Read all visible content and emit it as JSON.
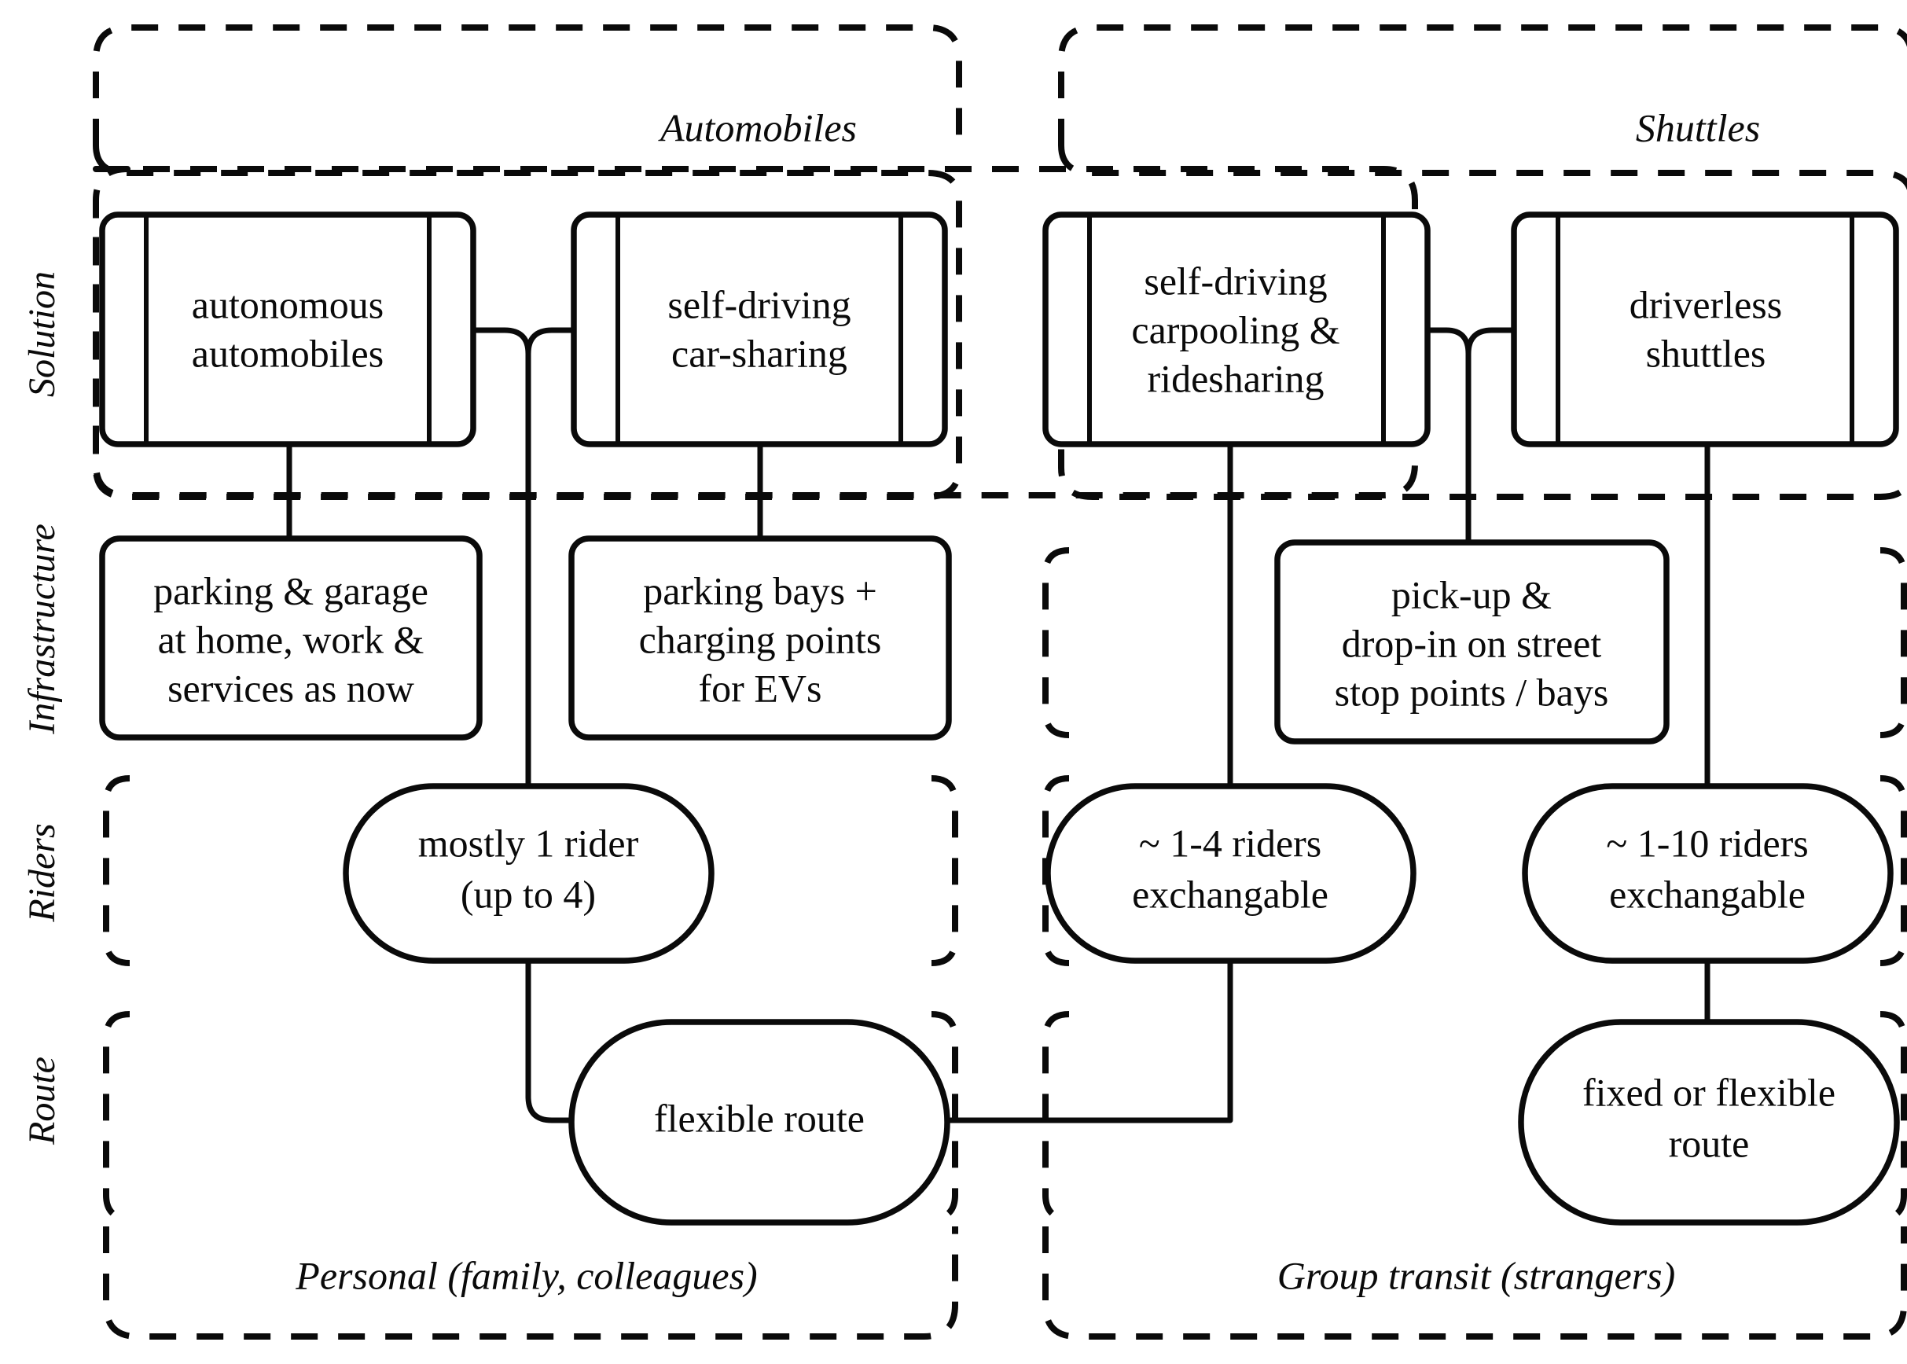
{
  "diagram": {
    "title_top_left": "Automobiles",
    "title_top_right": "Shuttles",
    "title_bottom_left": "Personal (family, colleagues)",
    "title_bottom_right": "Group transit (strangers)",
    "row_labels": {
      "solution": "Solution",
      "infrastructure": "Infrastructure",
      "riders": "Riders",
      "route": "Route"
    },
    "solution_nodes": [
      {
        "id": "autonomous-automobiles",
        "lines": [
          "autonomous",
          "automobiles"
        ]
      },
      {
        "id": "self-driving-car-sharing",
        "lines": [
          "self-driving",
          "car-sharing"
        ]
      },
      {
        "id": "self-driving-carpooling-ridesharing",
        "lines": [
          "self-driving",
          "carpooling &",
          "ridesharing"
        ]
      },
      {
        "id": "driverless-shuttles",
        "lines": [
          "driverless",
          "shuttles"
        ]
      }
    ],
    "infrastructure_nodes": [
      {
        "id": "parking-garage-home-work",
        "lines": [
          "parking & garage",
          "at home, work &",
          "services as now"
        ]
      },
      {
        "id": "parking-bays-charging-points",
        "lines": [
          "parking bays +",
          "charging points",
          "for EVs"
        ]
      },
      {
        "id": "pickup-dropin-on-street",
        "lines": [
          "pick-up &",
          "drop-in on street",
          "stop points / bays"
        ]
      }
    ],
    "riders_nodes": [
      {
        "id": "mostly-1-rider",
        "lines": [
          "mostly 1 rider",
          "(up to 4)"
        ]
      },
      {
        "id": "1-4-riders-exchangable",
        "lines": [
          "~  1-4 riders",
          "exchangable"
        ]
      },
      {
        "id": "1-10-riders-exchangable",
        "lines": [
          "~ 1-10 riders",
          "exchangable"
        ]
      }
    ],
    "route_nodes": [
      {
        "id": "flexible-route",
        "lines": [
          "flexible route"
        ]
      },
      {
        "id": "fixed-or-flexible-route",
        "lines": [
          "fixed or flexible",
          "route"
        ]
      }
    ],
    "colors": {
      "stroke": "#0a0a0a",
      "fill": "#ffffff",
      "background": "#ffffff"
    }
  }
}
